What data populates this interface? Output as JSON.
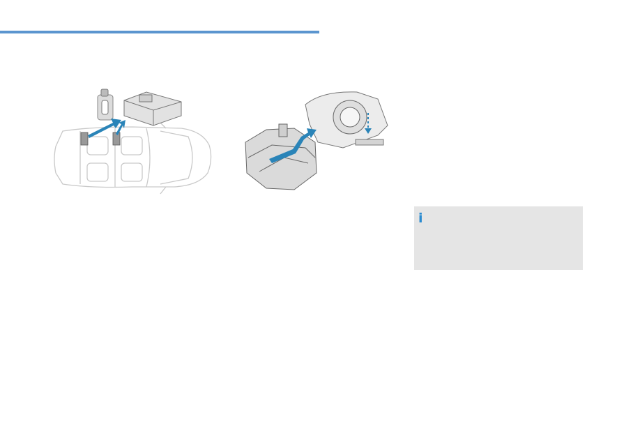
{
  "header": {
    "rule_color": "#5b95cf"
  },
  "illustrations": {
    "car_topdown": {
      "icon": "car-topview-with-tyre-repair-kit",
      "arrow_color": "#2a84b8"
    },
    "storage_tray": {
      "icon": "spare-wheel-storage-tray",
      "arrow_color": "#2a84b8"
    }
  },
  "info_box": {
    "icon_glyph": "i",
    "icon_color": "#2a8bd0",
    "background": "#e5e5e5",
    "text": ""
  }
}
